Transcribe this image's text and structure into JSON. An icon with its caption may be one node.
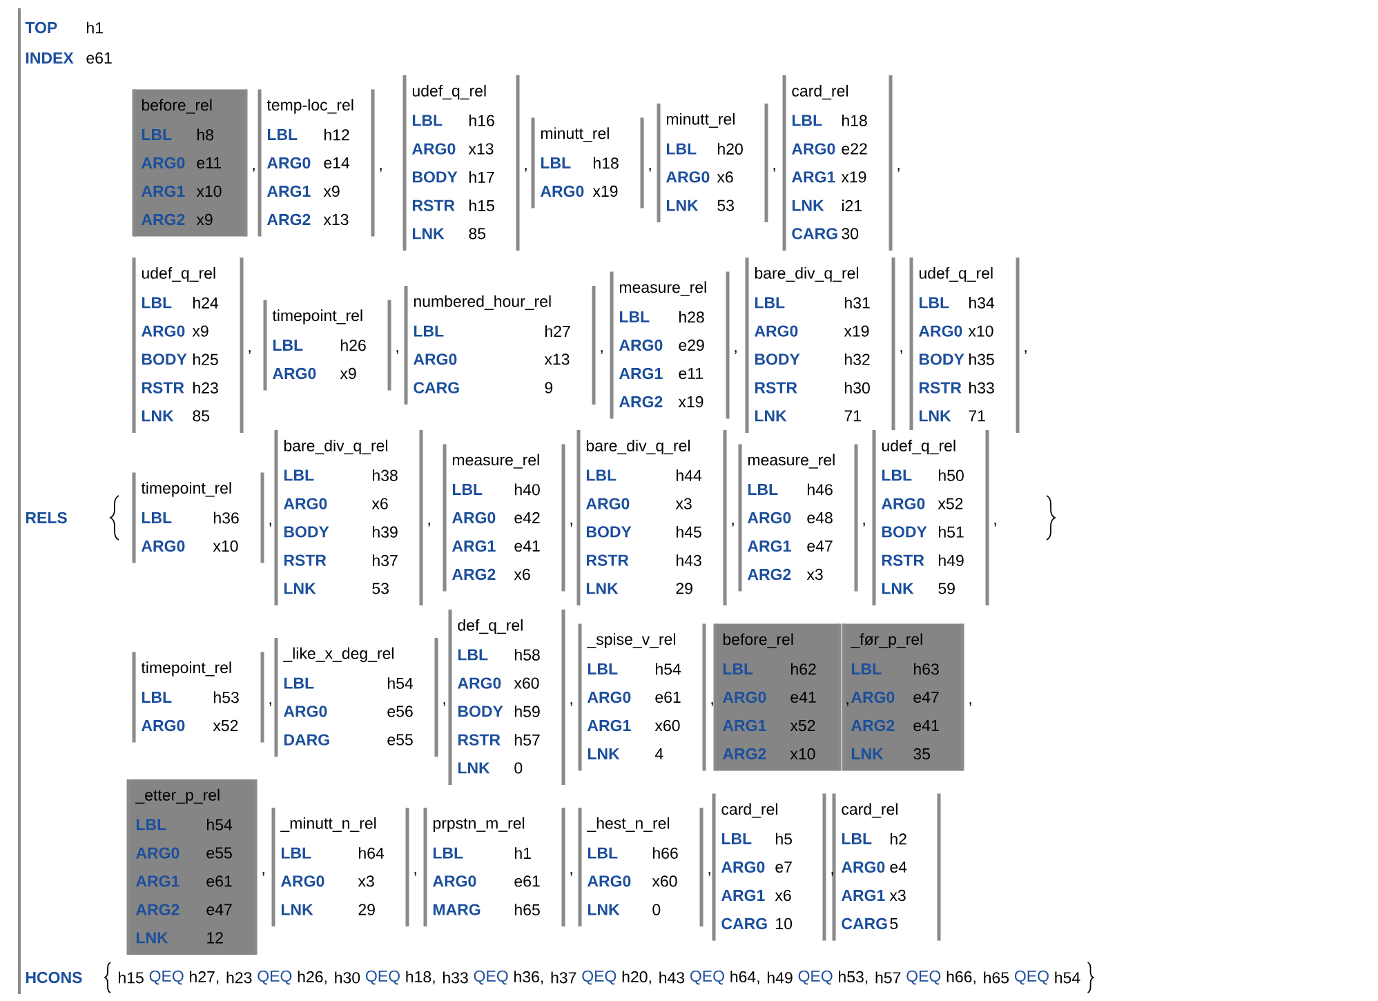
{
  "diagram": {
    "nodes": [
      {
        "text": [
          "before_rel",
          "LBL",
          "h8",
          "ARG0",
          "e11",
          "ARG1",
          "x10",
          "ARG2",
          "x9"
        ]
      },
      {
        "text": [
          "temp-loc_rel",
          "LBL",
          "h12",
          "ARG0",
          "e14",
          "ARG1",
          "x9",
          "ARG2",
          "x13"
        ]
      },
      {
        "text": [
          "udef_q_rel",
          "LBL",
          "h16",
          "ARG0",
          "x13",
          "BODY",
          "h17",
          "RSTR",
          "h15",
          "LNK",
          "85"
        ]
      },
      {
        "text": [
          "minutt_rel",
          "LBL",
          "h18",
          "ARG0",
          "x19"
        ]
      },
      {
        "text": [
          "minutt_rel",
          "LBL",
          "h20",
          "ARG0",
          "x6",
          "LNK",
          "53"
        ]
      },
      {
        "text": [
          "card_rel",
          "LBL",
          "h18",
          "ARG0",
          "e22",
          "ARG1",
          "x19",
          "LNK",
          "i21",
          "CARG",
          "30"
        ]
      },
      {
        "text": [
          "udef_q_rel",
          "LBL",
          "h24",
          "ARG0",
          "x9",
          "BODY",
          "h25",
          "RSTR",
          "h23",
          "LNK",
          "85"
        ]
      },
      {
        "text": [
          "timepoint_rel",
          "LBL",
          "h26",
          "ARG0",
          "x9"
        ]
      },
      {
        "text": [
          "numbered_hour_rel",
          "LBL",
          "h27",
          "ARG0",
          "x13",
          "CARG",
          "9"
        ]
      },
      {
        "text": [
          "measure_rel",
          "LBL",
          "h28",
          "ARG0",
          "e29",
          "ARG1",
          "e11",
          "ARG2",
          "x19"
        ]
      },
      {
        "text": [
          "bare_div_q_rel",
          "LBL",
          "h31",
          "ARG0",
          "x19",
          "BODY",
          "h32",
          "RSTR",
          "h30",
          "LNK",
          "71"
        ]
      },
      {
        "text": [
          "udef_q_rel",
          "LBL",
          "h34",
          "ARG0",
          "x10",
          "BODY",
          "h35",
          "RSTR",
          "h33",
          "LNK",
          "71"
        ]
      },
      {
        "text": [
          "timepoint_rel",
          "LBL",
          "h36",
          "ARG0",
          "x10"
        ]
      },
      {
        "text": [
          "bare_div_q_rel",
          "LBL",
          "h38",
          "ARG0",
          "x6",
          "BODY",
          "h39",
          "RSTR",
          "h37",
          "LNK",
          "53"
        ]
      },
      {
        "text": [
          "measure_rel",
          "LBL",
          "h40",
          "ARG0",
          "e42",
          "ARG1",
          "e41",
          "ARG2",
          "x6"
        ]
      },
      {
        "text": [
          "bare_div_q_rel",
          "LBL",
          "h44",
          "ARG0",
          "x3",
          "BODY",
          "h45",
          "RSTR",
          "h43",
          "LNK",
          "29"
        ]
      },
      {
        "text": [
          "measure_rel",
          "LBL",
          "h46",
          "ARG0",
          "e48",
          "ARG1",
          "e47",
          "ARG2",
          "x3"
        ]
      },
      {
        "text": [
          "udef_q_rel",
          "LBL",
          "h50",
          "ARG0",
          "x52",
          "BODY",
          "h51",
          "RSTR",
          "h49",
          "LNK",
          "59"
        ]
      },
      {
        "text": [
          "timepoint_rel",
          "LBL",
          "h53",
          "ARG0",
          "x52"
        ]
      },
      {
        "text": [
          "_like_x_deg_rel",
          "LBL",
          "h54",
          "ARG0",
          "e56",
          "DARG",
          "e55"
        ]
      },
      {
        "text": [
          "def_q_rel",
          "LBL",
          "h58",
          "ARG0",
          "x60",
          "BODY",
          "h59",
          "RSTR",
          "h57",
          "LNK",
          "0"
        ]
      },
      {
        "text": [
          "_spise_v_rel",
          "LBL",
          "h54",
          "ARG0",
          "e61",
          "ARG1",
          "x60",
          "LNK",
          "4"
        ]
      },
      {
        "text": [
          "before_rel",
          "LBL",
          "h62",
          "ARG0",
          "e41",
          "ARG1",
          "x52",
          "ARG2",
          "x10"
        ]
      },
      {
        "text": [
          "_før_p_rel",
          "LBL",
          "h63",
          "ARG0",
          "e47",
          "ARG2",
          "e41",
          "LNK",
          "35"
        ]
      },
      {
        "text": [
          "_etter_p_rel",
          "LBL",
          "h54",
          "ARG0",
          "e55",
          "ARG1",
          "e61",
          "ARG2",
          "e47",
          "LNK",
          "12"
        ]
      },
      {
        "text": [
          "_minutt_n_rel",
          "LBL",
          "h64",
          "ARG0",
          "x3",
          "LNK",
          "29"
        ]
      },
      {
        "text": [
          "prpstn_m_rel",
          "LBL",
          "h1",
          "ARG0",
          "e61",
          "MARG",
          "h65"
        ]
      },
      {
        "text": [
          "_hest_n_rel",
          "LBL",
          "h66",
          "ARG0",
          "x60",
          "LNK",
          "0"
        ]
      },
      {
        "text": [
          "card_rel",
          "LBL",
          "h5",
          "ARG0",
          "e7",
          "ARG1",
          "x6",
          "CARG",
          "10"
        ]
      },
      {
        "text": [
          "card_rel",
          "LBL",
          "h2",
          "ARG0",
          "e4",
          "ARG1",
          "x3",
          "CARG",
          "5"
        ]
      }
    ],
    "labels": [
      "TOP",
      "h1",
      "INDEX",
      "e61",
      "RELS",
      ",",
      ",",
      ",",
      ",",
      ",",
      ",",
      ",",
      ",",
      ",",
      ",",
      ",",
      ",",
      ",",
      ",",
      ",",
      ",",
      ",",
      ",",
      ",",
      ",",
      ",",
      ",",
      ",",
      ",",
      ",",
      ",",
      ",",
      ",",
      ",",
      "HCONS",
      "h15",
      "QEQ",
      "h27,",
      "h23",
      "QEQ",
      "h26,",
      "h30",
      "QEQ",
      "h18,",
      "h33",
      "QEQ",
      "h36,",
      "h37",
      "QEQ",
      "h20,",
      "h43",
      "QEQ",
      "h64,",
      "h49",
      "QEQ",
      "h53,",
      "h57",
      "QEQ",
      "h66,",
      "h65",
      "QEQ",
      "h54"
    ]
  }
}
